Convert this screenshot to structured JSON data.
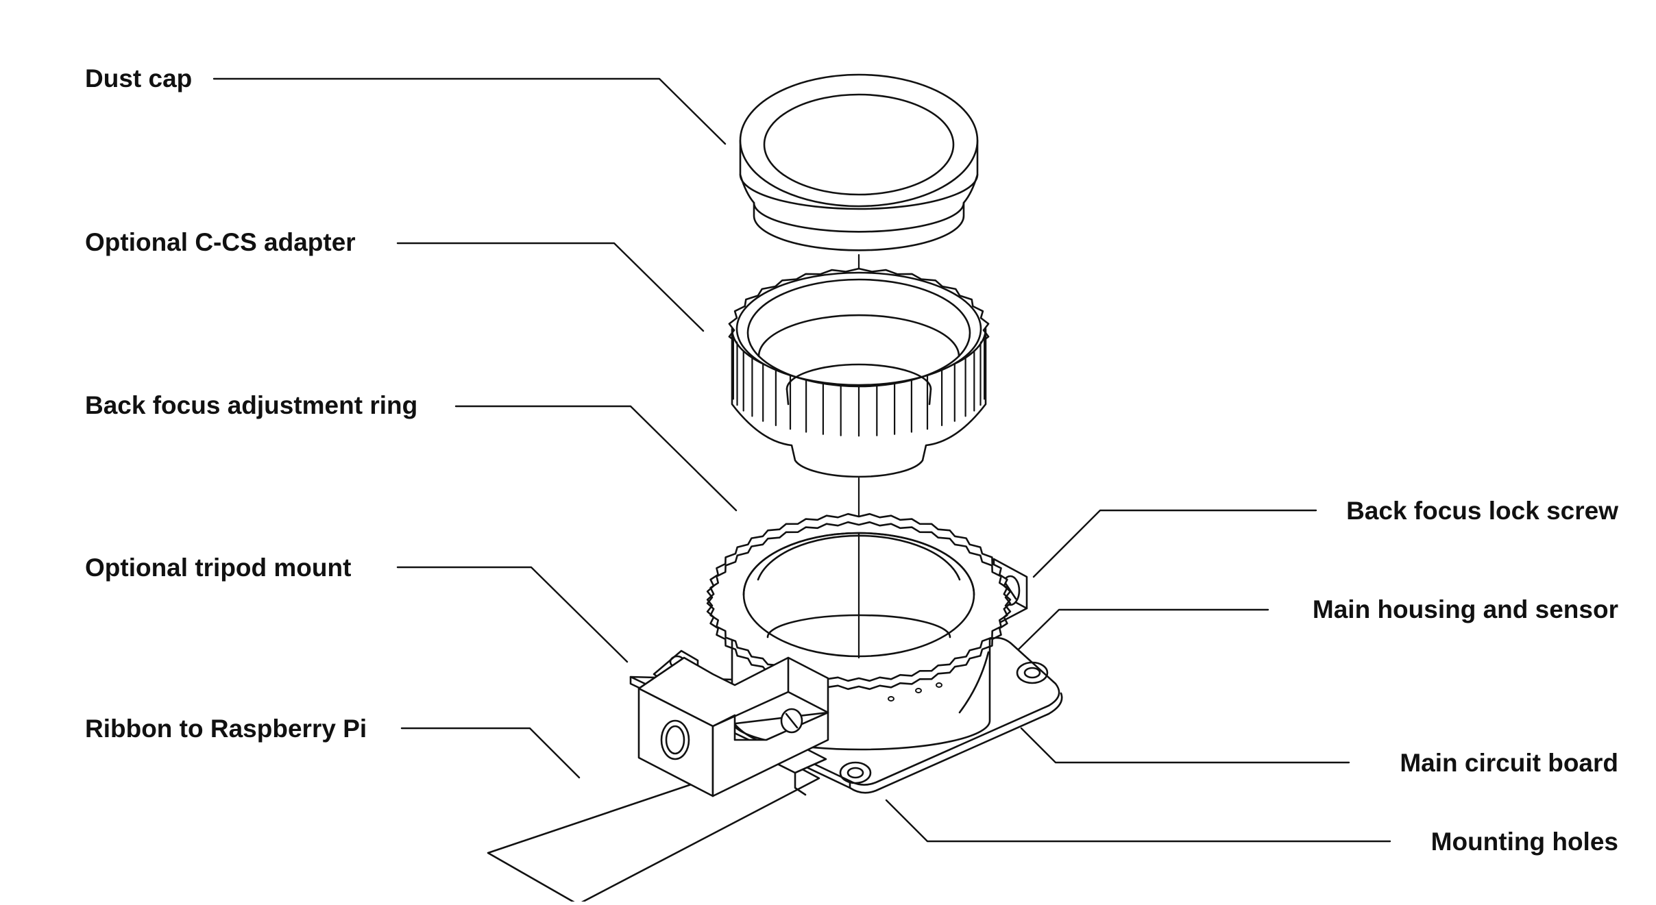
{
  "labels": {
    "dust_cap": "Dust cap",
    "c_cs_adapter": "Optional C-CS adapter",
    "back_focus_ring": "Back focus adjustment ring",
    "tripod_mount": "Optional tripod mount",
    "ribbon": "Ribbon to Raspberry Pi",
    "lock_screw": "Back focus lock screw",
    "housing_sensor": "Main housing and sensor",
    "circuit_board": "Main circuit board",
    "mounting_holes": "Mounting holes"
  },
  "colors": {
    "stroke": "#111111",
    "text": "#111111",
    "background": "#ffffff"
  }
}
